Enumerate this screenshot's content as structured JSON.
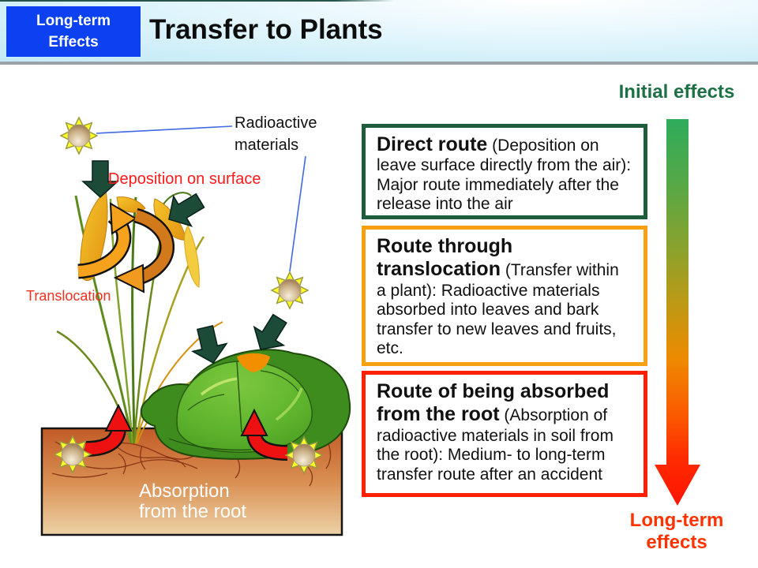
{
  "slide": {
    "tag": {
      "line1": "Long-term",
      "line2": "Effects",
      "bg_color": "#0b41f0",
      "text_color": "#ffffff"
    },
    "title": "Transfer to Plants"
  },
  "timeline": {
    "top_label": "Initial effects",
    "top_label_color": "#1E7145",
    "bottom_label_line1": "Long-term",
    "bottom_label_line2": "effects",
    "bottom_label_color": "#FF3300",
    "arrow_gradient_top": "#2EAC5C",
    "arrow_gradient_mid": "#EE8A00",
    "arrow_gradient_bottom": "#FF1500"
  },
  "routes": [
    {
      "heading": "Direct route",
      "detail": "(Deposition on leave surface directly from the air): Major route immediately after the release into the air",
      "border_color": "#1E5C3C"
    },
    {
      "heading": "Route through translocation",
      "detail": "(Transfer within a plant): Radioactive materials absorbed into leaves and bark transfer to new leaves and fruits, etc.",
      "border_color": "#F7A011"
    },
    {
      "heading": "Route of being absorbed from the root",
      "detail": "(Absorption of radioactive materials in soil from the root): Medium- to long-term transfer route after an accident",
      "border_color": "#FF2000"
    }
  ],
  "illustration": {
    "radioactive_label_line1": "Radioactive",
    "radioactive_label_line2": "materials",
    "deposition_label": "Deposition on surface",
    "deposition_label_color": "#FF1A1A",
    "translocation_label": "Translocation",
    "translocation_label_color": "#F03020",
    "absorption_label_line1": "Absorption",
    "absorption_label_line2": "from the root",
    "absorption_label_color": "#ffffff",
    "icons": {
      "radioactive_star": "8-point-star-with-sphere",
      "deposition_arrow": "thick-down-arrow",
      "translocation_arrow": "circular-cycle-arrows",
      "absorption_arrow": "red-curved-up-arrow"
    },
    "colors": {
      "deposition_arrow": "#1C4B38",
      "translocation_arrow_front": "#F6A21C",
      "translocation_arrow_back": "#D2791C",
      "absorption_arrow": "#EE1111",
      "soil_top": "#C25B27",
      "soil_bottom": "#EDD2A6",
      "star_fill": "#FCFC2A"
    }
  }
}
